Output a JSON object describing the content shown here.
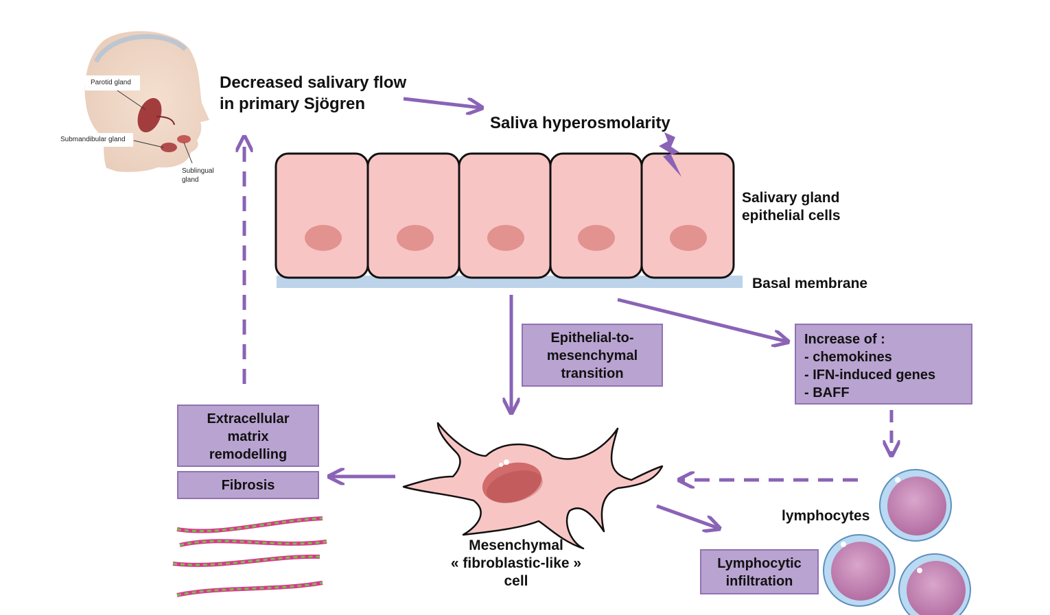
{
  "title": [
    "Decreased salivary flow",
    "in primary Sjögren"
  ],
  "saliva_label": "Saliva hyperosmolarity",
  "epithelial_label": [
    "Salivary gland",
    "epithelial cells"
  ],
  "basal_label": "Basal membrane",
  "head_labels": {
    "parotid": "Parotid gland",
    "submandibular": "Submandibular gland",
    "sublingual": [
      "Sublingual",
      "gland"
    ]
  },
  "emt_box": [
    "Epithelial-to-",
    "mesenchymal",
    "transition"
  ],
  "increase_box": [
    "Increase of :",
    "- chemokines",
    "- IFN-induced genes",
    "- BAFF"
  ],
  "ecm_box": [
    "Extracellular",
    "matrix",
    "remodelling"
  ],
  "fibrosis_box": "Fibrosis",
  "mesenchymal_label": [
    "Mesenchymal",
    "« fibroblastic-like »",
    "cell"
  ],
  "lymphocytes_label": "lymphocytes",
  "infiltration_box": [
    "Lymphocytic",
    "infiltration"
  ],
  "colors": {
    "arrow": "#8a63b6",
    "box_fill": "#b9a3d1",
    "cell_fill": "#f8c5c5",
    "nucleus": "#e2928f",
    "basal": "#bcd3ea",
    "lymph_outer": "#b9daf2",
    "lymph_inner": "#c98bb8"
  }
}
